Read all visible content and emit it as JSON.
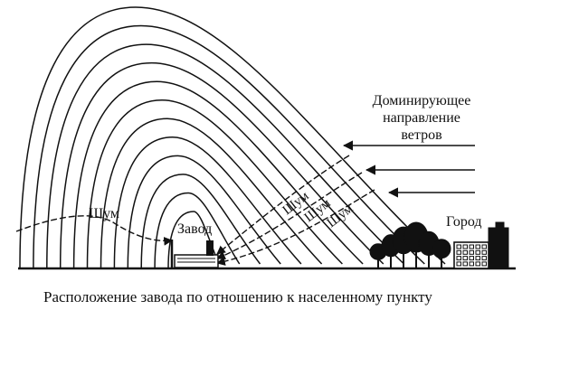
{
  "labels": {
    "wind_line1": "Доминирующее",
    "wind_line2": "направление",
    "wind_line3": "ветров",
    "noise_left": "Шум",
    "noise_1": "Шум",
    "noise_2": "Шум",
    "noise_3": "Шум",
    "plant": "Завод",
    "town": "Город"
  },
  "caption": "Расположение завода по отношению к населенному пункту",
  "colors": {
    "ink": "#111111",
    "background": "#ffffff"
  }
}
